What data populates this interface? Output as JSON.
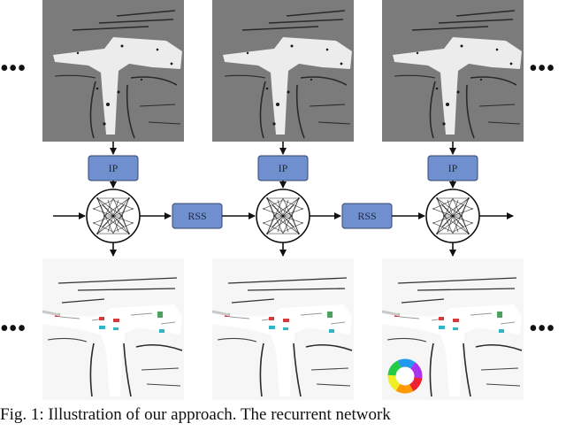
{
  "diagram": {
    "ip_label": "IP",
    "rss_label": "RSS",
    "ellipsis": "•••",
    "caption": "Fig. 1: Illustration of our approach. The recurrent network",
    "colors": {
      "map_gray": "#7b7b7b",
      "road_white": "#ececec",
      "box_fill": "#6f8fcf",
      "box_stroke": "#34476e",
      "arrow": "#111111",
      "out_bg": "#f6f6f6"
    },
    "icons": [
      "color-wheel-icon"
    ]
  }
}
